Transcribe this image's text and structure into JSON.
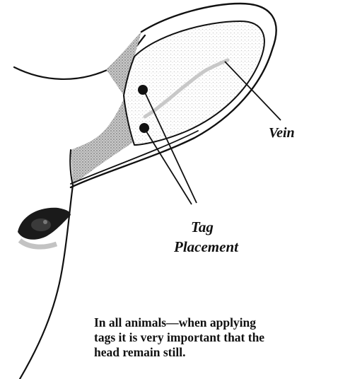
{
  "labels": {
    "vein": "Vein",
    "tag_line1": "Tag",
    "tag_line2": "Placement"
  },
  "note": {
    "line1": "In all animals—when applying",
    "line2": "tags it is very important that the",
    "line3": "head remain still."
  },
  "colors": {
    "ink": "#111111",
    "shade": "#9a9a9a",
    "light_shade": "#d8d8d8"
  }
}
